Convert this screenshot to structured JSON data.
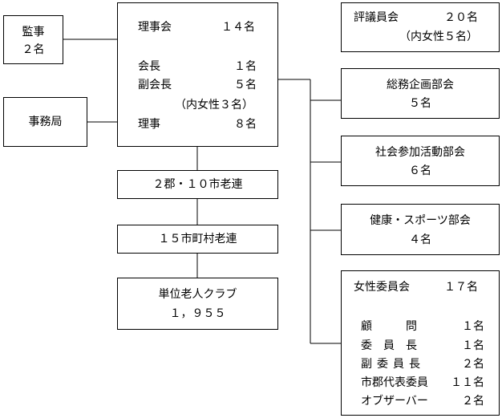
{
  "auditors": {
    "title": "監事",
    "count": "２名"
  },
  "secretariat": {
    "title": "事務局"
  },
  "board": {
    "header_title": "理事会",
    "header_count": "１４名",
    "chair_title": "会長",
    "chair_count": "１名",
    "vice_title": "副会長",
    "vice_count": "５名",
    "vice_note": "（内女性３名）",
    "director_title": "理事",
    "director_count": "８名"
  },
  "hierarchy": [
    {
      "line1": "２郡・１０市老連"
    },
    {
      "line1": "１５市町村老連"
    },
    {
      "line1": "単位老人クラブ",
      "line2": "１，９５５"
    }
  ],
  "council": {
    "title": "評議員会",
    "count": "２０名",
    "note": "（内女性５名）"
  },
  "departments": [
    {
      "name": "総務企画部会",
      "count": "５名"
    },
    {
      "name": "社会参加活動部会",
      "count": "６名"
    },
    {
      "name": "健康・スポーツ部会",
      "count": "４名"
    }
  ],
  "women": {
    "title": "女性委員会",
    "count": "１７名",
    "members": [
      {
        "role": "顧　　　問",
        "count": "１名"
      },
      {
        "role": "委　員　長",
        "count": "１名"
      },
      {
        "role": "副委員長",
        "count": "２名"
      },
      {
        "role": "市郡代表委員",
        "count": "１１名"
      },
      {
        "role": "オブザーバー",
        "count": "２名"
      }
    ]
  },
  "colors": {
    "line": "#000000",
    "box_fill": "#ffffff",
    "text": "#000000"
  }
}
